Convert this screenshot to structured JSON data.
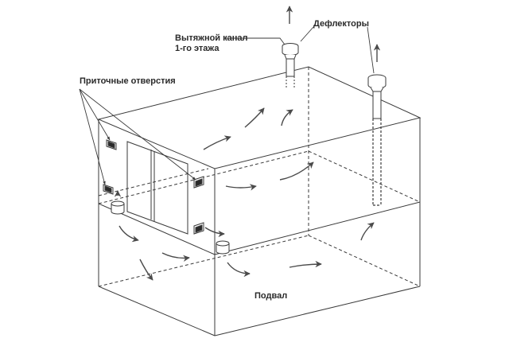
{
  "labels": {
    "exhaust_channel_line1": "Вытяжной канал",
    "exhaust_channel_line2": "1-го этажа",
    "deflectors": "Дефлекторы",
    "supply_openings": "Приточные отверстия",
    "basement": "Подвал"
  },
  "colors": {
    "line": "#3a3a3a",
    "arrow": "#4a4a4a",
    "label": "#2a2a2a"
  }
}
